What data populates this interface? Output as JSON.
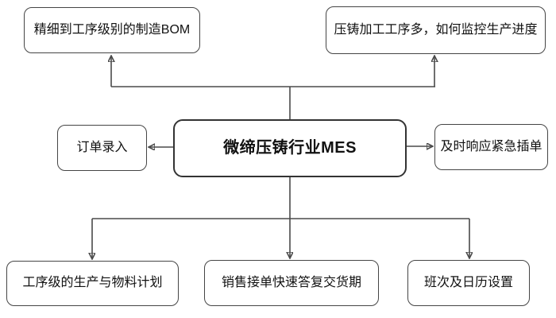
{
  "nodes": {
    "center": "微缔压铸行业MES",
    "bom": "精细到工序级别的制造BOM",
    "monitor": "压铸加工工序多，如何监控生产进度",
    "order_entry": "订单录入",
    "urgent": "及时响应紧急插单",
    "plan": "工序级的生产与物料计划",
    "reply": "销售接单快速答复交货期",
    "shift": "班次及日历设置"
  },
  "colors": {
    "background": "#ffffff",
    "node_border": "#454545",
    "center_border": "#333333",
    "connector": "#4a4a4a",
    "text": "#111111"
  }
}
